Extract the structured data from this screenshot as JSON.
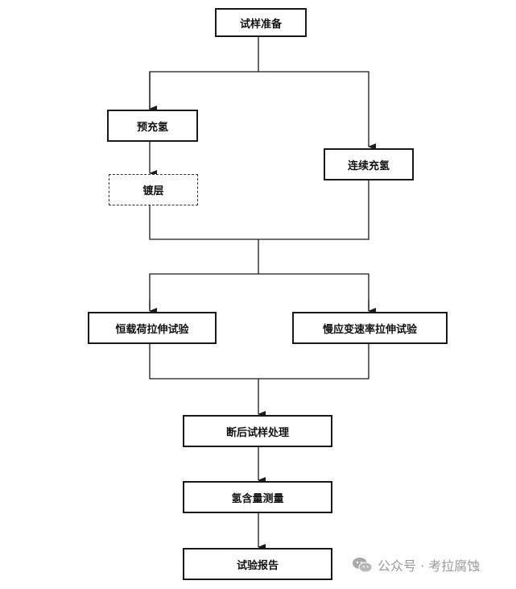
{
  "diagram": {
    "nodes": {
      "sample_prep": "试样准备",
      "pre_charge": "预充氢",
      "coating": "镀层",
      "continuous_charge": "连续充氢",
      "constant_load": "恒载荷拉伸试验",
      "slow_strain": "慢应变速率拉伸试验",
      "post_fracture": "断后试样处理",
      "hydrogen_measure": "氢含量测量",
      "report": "试验报告"
    },
    "edges": [
      [
        "sample_prep",
        "pre_charge"
      ],
      [
        "sample_prep",
        "continuous_charge"
      ],
      [
        "pre_charge",
        "coating"
      ],
      [
        "coating",
        "merge1"
      ],
      [
        "continuous_charge",
        "merge1"
      ],
      [
        "merge1",
        "constant_load"
      ],
      [
        "merge1",
        "slow_strain"
      ],
      [
        "constant_load",
        "post_fracture"
      ],
      [
        "slow_strain",
        "post_fracture"
      ],
      [
        "post_fracture",
        "hydrogen_measure"
      ],
      [
        "hydrogen_measure",
        "report"
      ]
    ],
    "optional_nodes": [
      "coating"
    ]
  },
  "watermark": {
    "icon": "wechat-icon",
    "text": "公众号 · 考拉腐蚀"
  }
}
